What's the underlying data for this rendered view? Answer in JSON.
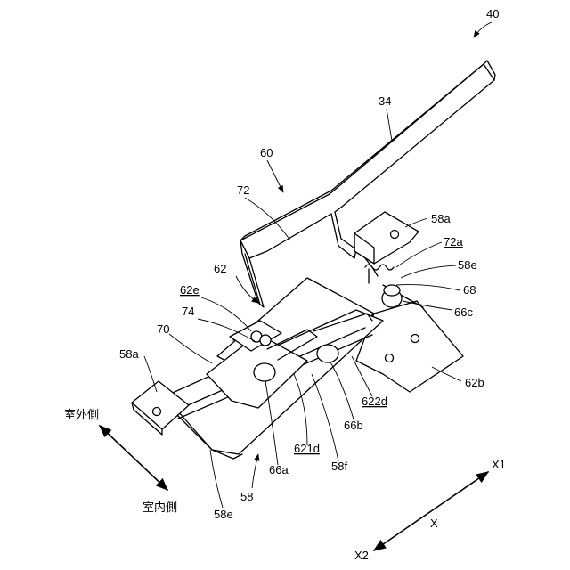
{
  "labels": {
    "l40": "40",
    "l34": "34",
    "l60": "60",
    "l72": "72",
    "l58a_top": "58a",
    "l72a": "72a",
    "l58e_top": "58e",
    "l62": "62",
    "l68": "68",
    "l62e": "62e",
    "l66c": "66c",
    "l74": "74",
    "l70": "70",
    "l58a_left": "58a",
    "l62b": "62b",
    "l622d": "622d",
    "l66b": "66b",
    "l621d": "621d",
    "l58f": "58f",
    "l66a": "66a",
    "l58": "58",
    "l58e_bottom": "58e",
    "outdoor": "室外側",
    "indoor": "室内側",
    "x1": "X1",
    "x": "X",
    "x2": "X2"
  }
}
